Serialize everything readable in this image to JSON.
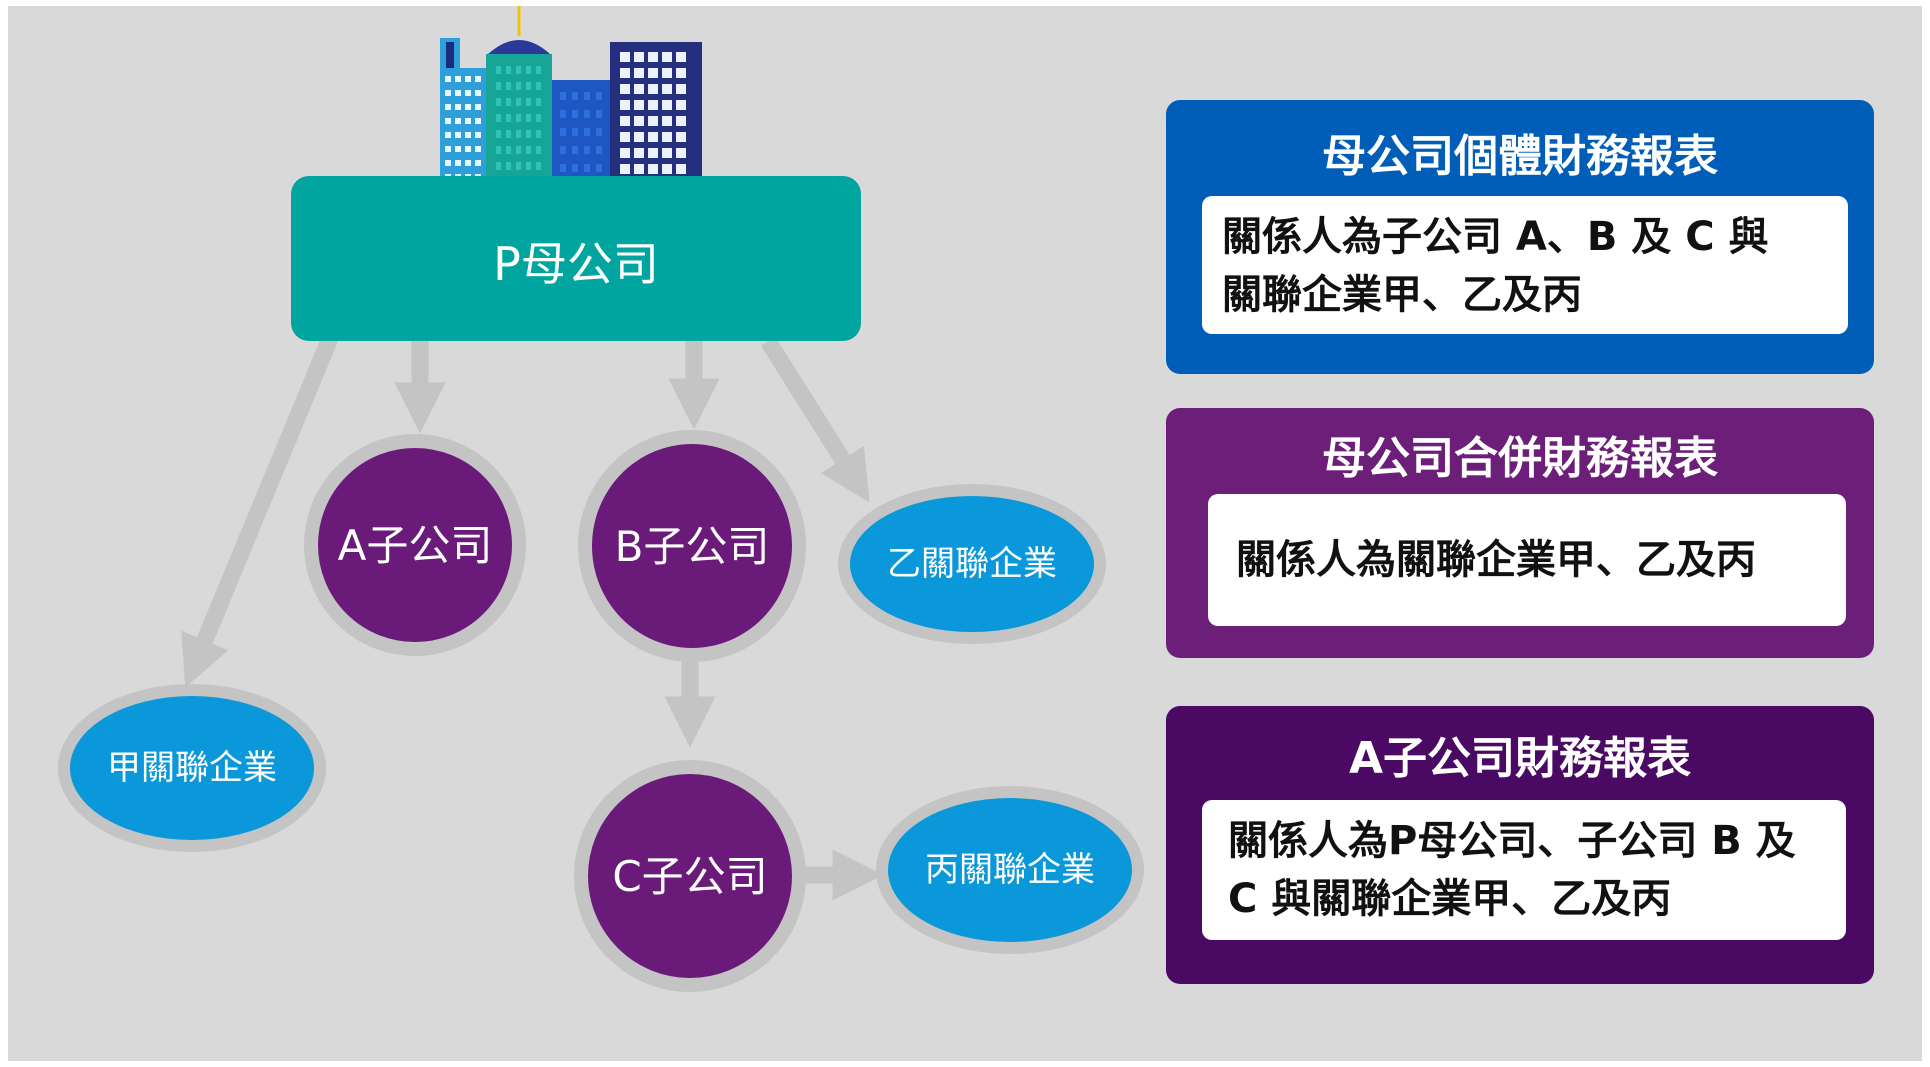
{
  "parent": {
    "label": "P母公司"
  },
  "subsidiaries": {
    "a": "A子公司",
    "b": "B子公司",
    "c": "C子公司"
  },
  "associates": {
    "jia": "甲關聯企業",
    "yi": "乙關聯企業",
    "bing": "丙關聯企業"
  },
  "panels": [
    {
      "title": "母公司個體財務報表",
      "line1": "關係人為子公司 A、B 及 C 與",
      "line2": "關聯企業甲、乙及丙",
      "color": "#005eb8"
    },
    {
      "title": "母公司合併財務報表",
      "line1": "關係人為關聯企業甲、乙及丙",
      "color": "#6b1f78"
    },
    {
      "title": "A子公司財務報表",
      "line1": "關係人為P母公司、子公司 B 及",
      "line2": "C 與關聯企業甲、乙及丙",
      "color": "#4a0a63"
    }
  ],
  "colors": {
    "background": "#d9d9d9",
    "parent_box": "#00a59f",
    "subsidiary": "#6a1b7a",
    "associate": "#0a98db",
    "connector": "#c4c4c4"
  }
}
